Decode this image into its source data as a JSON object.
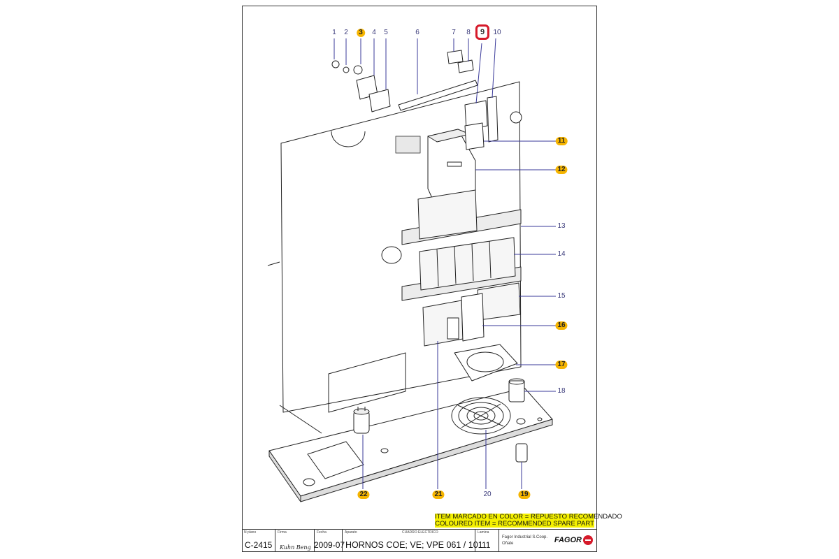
{
  "callouts": [
    {
      "id": "1",
      "label": "1",
      "highlight": false
    },
    {
      "id": "2",
      "label": "2",
      "highlight": false
    },
    {
      "id": "3",
      "label": "3",
      "highlight": true
    },
    {
      "id": "4",
      "label": "4",
      "highlight": false
    },
    {
      "id": "5",
      "label": "5",
      "highlight": false
    },
    {
      "id": "6",
      "label": "6",
      "highlight": false
    },
    {
      "id": "7",
      "label": "7",
      "highlight": false
    },
    {
      "id": "8",
      "label": "8",
      "highlight": false
    },
    {
      "id": "9",
      "label": "9",
      "highlight": true,
      "boxed": true
    },
    {
      "id": "10",
      "label": "10",
      "highlight": false
    },
    {
      "id": "11",
      "label": "11",
      "highlight": true
    },
    {
      "id": "12",
      "label": "12",
      "highlight": true
    },
    {
      "id": "13",
      "label": "13",
      "highlight": false
    },
    {
      "id": "14",
      "label": "14",
      "highlight": false
    },
    {
      "id": "15",
      "label": "15",
      "highlight": false
    },
    {
      "id": "16",
      "label": "16",
      "highlight": true
    },
    {
      "id": "17",
      "label": "17",
      "highlight": true
    },
    {
      "id": "18",
      "label": "18",
      "highlight": false
    },
    {
      "id": "19",
      "label": "19",
      "highlight": true
    },
    {
      "id": "20",
      "label": "20",
      "highlight": false
    },
    {
      "id": "21",
      "label": "21",
      "highlight": true
    },
    {
      "id": "22",
      "label": "22",
      "highlight": true
    }
  ],
  "legend": {
    "line1": "ITEM MARCADO EN COLOR = REPUESTO RECOMENDADO",
    "line2": "COLOURED  ITEM =  RECOMMENDED SPARE PART"
  },
  "titleblock": {
    "plano_caption": "N plano",
    "plano_value": "C-2415",
    "firma_caption": "Firma",
    "firma_value": "Kuhn Beng",
    "fecha_caption": "Fecha",
    "fecha_value": "2009-07",
    "aparato_caption": "Aparato",
    "aparato_value": "HORNOS COE; VE; VPE 061 / 101",
    "cuadro_caption": "CUADRO ELECTRICO",
    "lamina_caption": "Lamina",
    "lamina_value": "11",
    "company_line1": "Fagor Industrial S.Coop.",
    "company_line2": "Oñate",
    "logo_text": "FAGOR"
  },
  "colors": {
    "highlight": "#f5b400",
    "legend_bg": "#f4f000",
    "box_red": "#d61a2a",
    "callout_text": "#3a3a7a"
  }
}
